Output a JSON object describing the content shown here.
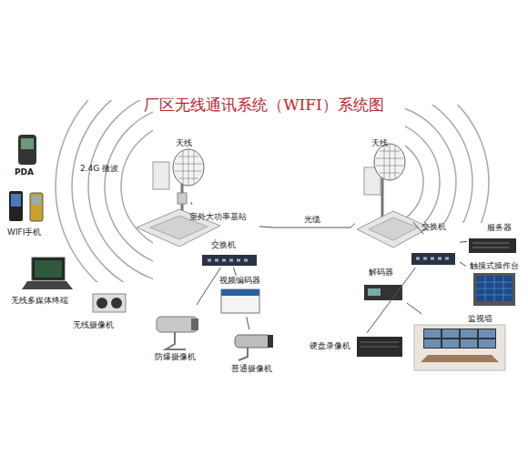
{
  "diagram": {
    "title": "厂区无线通讯系统（WIFI）系统图",
    "nodes": [
      {
        "text": [
          "PDA"
        ]
      },
      {
        "text": [
          "WIFI手机"
        ]
      },
      {
        "text": [
          "无线多媒体终端"
        ]
      },
      {
        "text": [
          "无线摄像机"
        ]
      },
      {
        "text": [
          "天线"
        ]
      },
      {
        "text": [
          "室外大功率基站"
        ]
      },
      {
        "text": [
          "交换机"
        ]
      },
      {
        "text": [
          "视频编码器"
        ]
      },
      {
        "text": [
          "防爆摄像机"
        ]
      },
      {
        "text": [
          "普通摄像机"
        ]
      },
      {
        "text": [
          "天线"
        ]
      },
      {
        "text": [
          "交换机"
        ]
      },
      {
        "text": [
          "服务器"
        ]
      },
      {
        "text": [
          "触摸式操作台"
        ]
      },
      {
        "text": [
          "解码器"
        ]
      },
      {
        "text": [
          "监视墙"
        ]
      },
      {
        "text": [
          "硬盘录像机"
        ]
      }
    ],
    "edges": [
      {
        "from": 4,
        "to": 5,
        "arrow": "none"
      },
      {
        "from": 5,
        "to": 10,
        "label": "光缆",
        "arrow": "none"
      },
      {
        "from": 10,
        "to": 11,
        "arrow": "none"
      },
      {
        "from": 5,
        "to": 6,
        "arrow": "none"
      },
      {
        "from": 6,
        "to": 7,
        "arrow": "none"
      },
      {
        "from": 6,
        "to": 8,
        "arrow": "none"
      },
      {
        "from": 7,
        "to": 9,
        "arrow": "none"
      },
      {
        "from": 11,
        "to": 12,
        "arrow": "none"
      },
      {
        "from": 11,
        "to": 13,
        "arrow": "none"
      },
      {
        "from": 11,
        "to": 14,
        "arrow": "none"
      },
      {
        "from": 11,
        "to": 16,
        "arrow": "none"
      },
      {
        "from": 14,
        "to": 15,
        "arrow": "none"
      }
    ],
    "labels": [
      "2.4G 微波"
    ]
  }
}
